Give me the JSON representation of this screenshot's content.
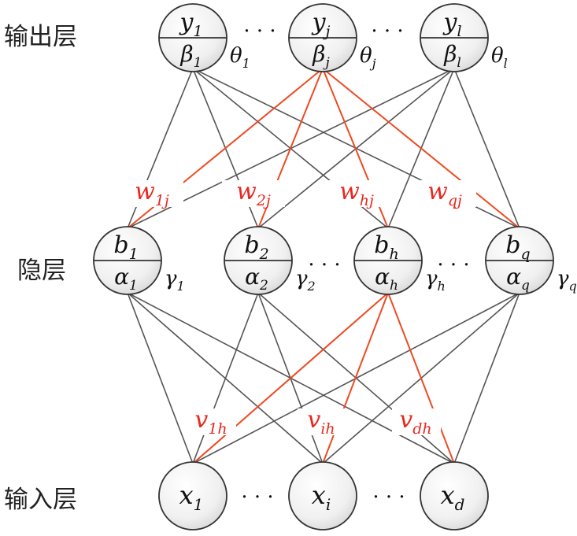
{
  "layers": {
    "output": "输出层",
    "hidden": "隐层",
    "input": "输入层"
  },
  "output_nodes": [
    {
      "top": "y",
      "top_sub": "1",
      "bottom": "β",
      "bottom_sub": "1",
      "threshold": "θ",
      "threshold_sub": "1"
    },
    {
      "top": "y",
      "top_sub": "j",
      "bottom": "β",
      "bottom_sub": "j",
      "threshold": "θ",
      "threshold_sub": "j"
    },
    {
      "top": "y",
      "top_sub": "l",
      "bottom": "β",
      "bottom_sub": "l",
      "threshold": "θ",
      "threshold_sub": "l"
    }
  ],
  "hidden_nodes": [
    {
      "top": "b",
      "top_sub": "1",
      "bottom": "α",
      "bottom_sub": "1",
      "threshold": "γ",
      "threshold_sub": "1"
    },
    {
      "top": "b",
      "top_sub": "2",
      "bottom": "α",
      "bottom_sub": "2",
      "threshold": "γ",
      "threshold_sub": "2"
    },
    {
      "top": "b",
      "top_sub": "h",
      "bottom": "α",
      "bottom_sub": "h",
      "threshold": "γ",
      "threshold_sub": "h"
    },
    {
      "top": "b",
      "top_sub": "q",
      "bottom": "α",
      "bottom_sub": "q",
      "threshold": "γ",
      "threshold_sub": "q"
    }
  ],
  "input_nodes": [
    {
      "label": "x",
      "sub": "1"
    },
    {
      "label": "x",
      "sub": "i"
    },
    {
      "label": "x",
      "sub": "d"
    }
  ],
  "ellipsis": "· · ·",
  "weights_hidden_output": [
    {
      "name": "w",
      "sub": "1j"
    },
    {
      "name": "w",
      "sub": "2j"
    },
    {
      "name": "w",
      "sub": "hj"
    },
    {
      "name": "w",
      "sub": "qj"
    }
  ],
  "weights_input_hidden": [
    {
      "name": "v",
      "sub": "1h"
    },
    {
      "name": "v",
      "sub": "ih"
    },
    {
      "name": "v",
      "sub": "dh"
    }
  ],
  "colors": {
    "edge": "#555555",
    "highlight": "#ee4a22",
    "label_red": "#e8281e",
    "node_fill": "#eeeeee",
    "node_stroke": "#333333"
  }
}
